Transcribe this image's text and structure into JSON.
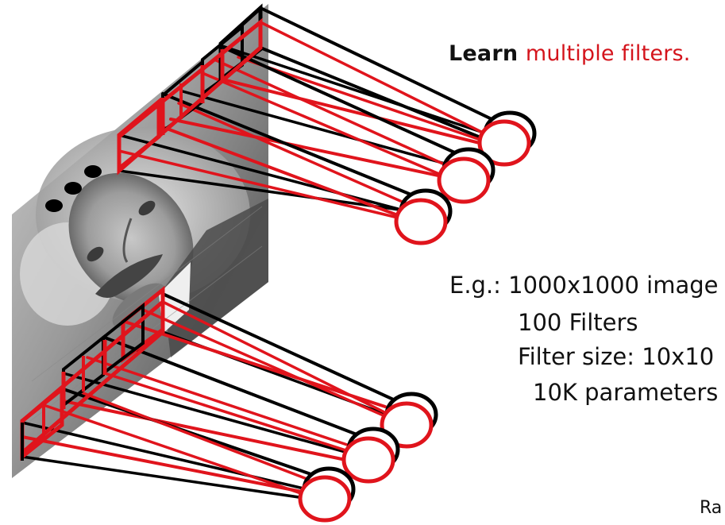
{
  "title": {
    "prefix": "Learn",
    "highlight": "multiple filters."
  },
  "example": {
    "line1": "E.g.: 1000x1000 image",
    "line2": "100 Filters",
    "line3": "Filter size: 10x10",
    "line4": "10K parameters"
  },
  "corner_text": "Ra",
  "colors": {
    "filter": "#e0141c",
    "connection_dark": "#000000",
    "text_accent": "#d4141c"
  },
  "ellipsis": "•••"
}
